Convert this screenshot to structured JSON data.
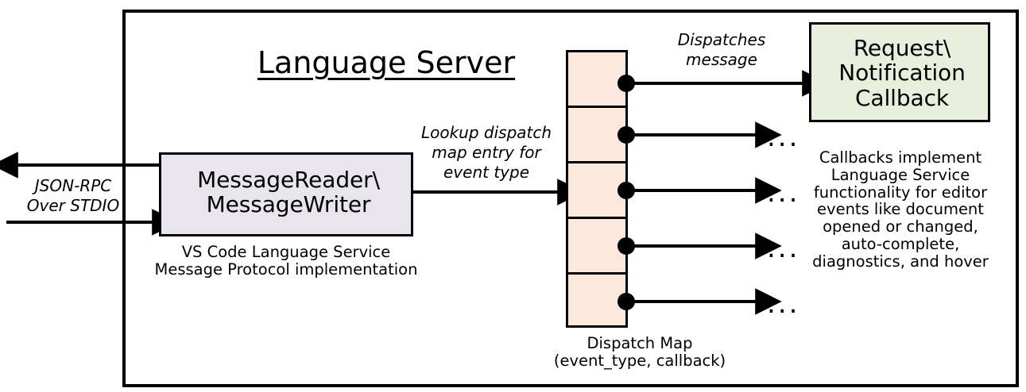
{
  "diagram": {
    "title": "Language Server",
    "outer_frame": {
      "name": "language-server-boundary"
    },
    "message_io": {
      "box_label": "MessageReader\\\nMessageWriter",
      "box_fill": "#e8e5ef",
      "caption": "VS Code Language Service\nMessage Protocol implementation",
      "inbound_outbound_label": "JSON-RPC\nOver STDIO"
    },
    "lookup_label": "Lookup dispatch\nmap entry for\nevent type",
    "dispatch_map": {
      "caption": "Dispatch Map\n(event_type, callback)",
      "cell_fill": "#fce8dc",
      "rows": [
        {
          "index": 1,
          "has_callback_dot": true,
          "target": "callback-box"
        },
        {
          "index": 2,
          "has_callback_dot": true,
          "target": "ellipsis"
        },
        {
          "index": 3,
          "has_callback_dot": true,
          "target": "ellipsis"
        },
        {
          "index": 4,
          "has_callback_dot": true,
          "target": "ellipsis"
        },
        {
          "index": 5,
          "has_callback_dot": true,
          "target": "ellipsis"
        }
      ],
      "ellipsis_glyph": "..."
    },
    "dispatch_label": "Dispatches\nmessage",
    "callback": {
      "box_label": "Request\\\nNotification\nCallback",
      "box_fill": "#e9efdd",
      "caption": "Callbacks implement\nLanguage Service\nfunctionality for editor\nevents like document\nopened or changed,\nauto-complete,\ndiagnostics, and hover"
    },
    "colors": {
      "stroke": "#000000",
      "background": "#ffffff"
    }
  }
}
